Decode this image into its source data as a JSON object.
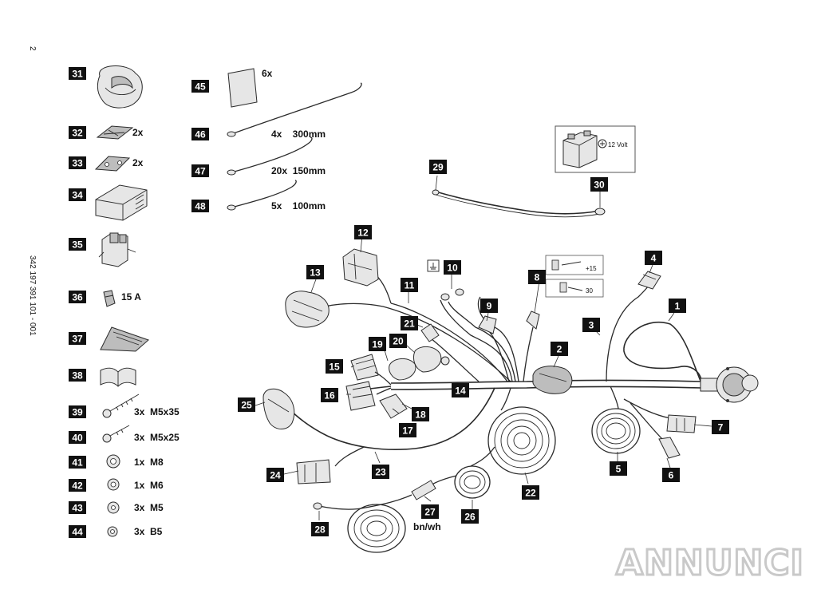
{
  "page": {
    "page_number": "2",
    "document_code": "342 197 391 101 - 001"
  },
  "parts": [
    {
      "num": "31",
      "qty": ""
    },
    {
      "num": "32",
      "qty": "2x"
    },
    {
      "num": "33",
      "qty": "2x"
    },
    {
      "num": "34",
      "qty": ""
    },
    {
      "num": "35",
      "qty": ""
    },
    {
      "num": "36",
      "qty": "15 A"
    },
    {
      "num": "37",
      "qty": ""
    },
    {
      "num": "38",
      "qty": ""
    },
    {
      "num": "39",
      "qty": "3x  M5x35"
    },
    {
      "num": "40",
      "qty": "3x  M5x25"
    },
    {
      "num": "41",
      "qty": "1x  M8"
    },
    {
      "num": "42",
      "qty": "1x  M6"
    },
    {
      "num": "43",
      "qty": "3x  M5"
    },
    {
      "num": "44",
      "qty": "3x  B5"
    },
    {
      "num": "45",
      "qty": "6x"
    },
    {
      "num": "46",
      "qty": "4x    300mm"
    },
    {
      "num": "47",
      "qty": "20x  150mm"
    },
    {
      "num": "48",
      "qty": "5x    100mm"
    }
  ],
  "callouts": [
    "1",
    "2",
    "3",
    "4",
    "5",
    "6",
    "7",
    "8",
    "9",
    "10",
    "11",
    "12",
    "13",
    "14",
    "15",
    "16",
    "17",
    "18",
    "19",
    "20",
    "21",
    "22",
    "23",
    "24",
    "25",
    "26",
    "27",
    "28",
    "29",
    "30"
  ],
  "annotations": {
    "battery": "12 Volt",
    "wire_color": "bn/wh",
    "switch_top": "+15",
    "switch_bottom": "30"
  },
  "watermark": "ANNUNCI"
}
